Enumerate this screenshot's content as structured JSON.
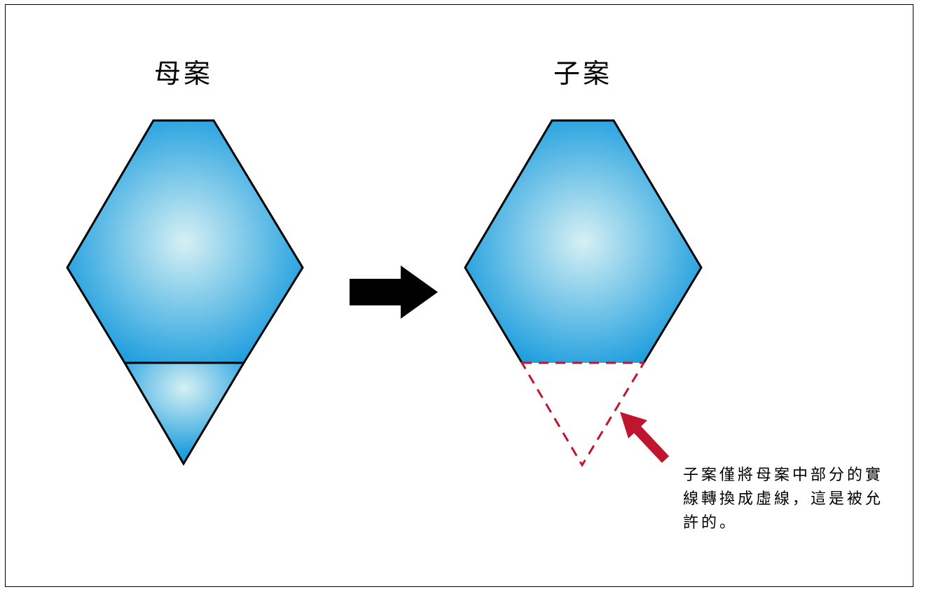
{
  "parent_title": "母案",
  "child_title": "子案",
  "note_lines": [
    "子案僅將母案中部分的實",
    "線轉換成虛線，這是被允",
    "許的。"
  ],
  "colors": {
    "shape_fill_center": "#d6f0f4",
    "shape_fill_edge": "#1e9ede",
    "outline": "#000000",
    "dashed_line": "#c0152e",
    "pointer_arrow": "#c0152e",
    "transition_arrow": "#000000"
  },
  "icons": {
    "transition": "arrow-right-icon",
    "pointer": "arrow-up-left-icon"
  }
}
